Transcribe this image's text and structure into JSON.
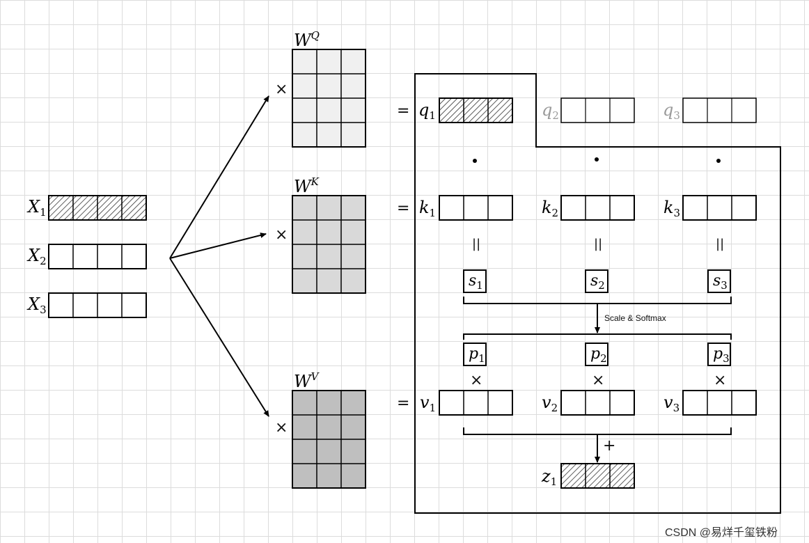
{
  "inputs": {
    "x1": {
      "name": "X",
      "sub": "1"
    },
    "x2": {
      "name": "X",
      "sub": "2"
    },
    "x3": {
      "name": "X",
      "sub": "3"
    }
  },
  "weights": {
    "wq": {
      "name": "W",
      "sup": "Q"
    },
    "wk": {
      "name": "W",
      "sup": "K"
    },
    "wv": {
      "name": "W",
      "sup": "V"
    }
  },
  "operators": {
    "times": "×",
    "equals": "=",
    "parallel": "||",
    "plus": "+"
  },
  "queries": [
    {
      "name": "q",
      "sub": "1"
    },
    {
      "name": "q",
      "sub": "2"
    },
    {
      "name": "q",
      "sub": "3"
    }
  ],
  "keys": [
    {
      "name": "k",
      "sub": "1"
    },
    {
      "name": "k",
      "sub": "2"
    },
    {
      "name": "k",
      "sub": "3"
    }
  ],
  "scores": [
    {
      "name": "s",
      "sub": "1"
    },
    {
      "name": "s",
      "sub": "2"
    },
    {
      "name": "s",
      "sub": "3"
    }
  ],
  "probs": [
    {
      "name": "p",
      "sub": "1"
    },
    {
      "name": "p",
      "sub": "2"
    },
    {
      "name": "p",
      "sub": "3"
    }
  ],
  "values": [
    {
      "name": "v",
      "sub": "1"
    },
    {
      "name": "v",
      "sub": "2"
    },
    {
      "name": "v",
      "sub": "3"
    }
  ],
  "output": {
    "name": "z",
    "sub": "1"
  },
  "scale_softmax_label": "Scale & Softmax",
  "watermark": "CSDN @易烊千玺铁粉",
  "colors": {
    "wq_fill": "#f0f0f0",
    "wk_fill": "#d9d9d9",
    "wv_fill": "#bfbfbf",
    "inactive_text": "#9a9a9a"
  }
}
